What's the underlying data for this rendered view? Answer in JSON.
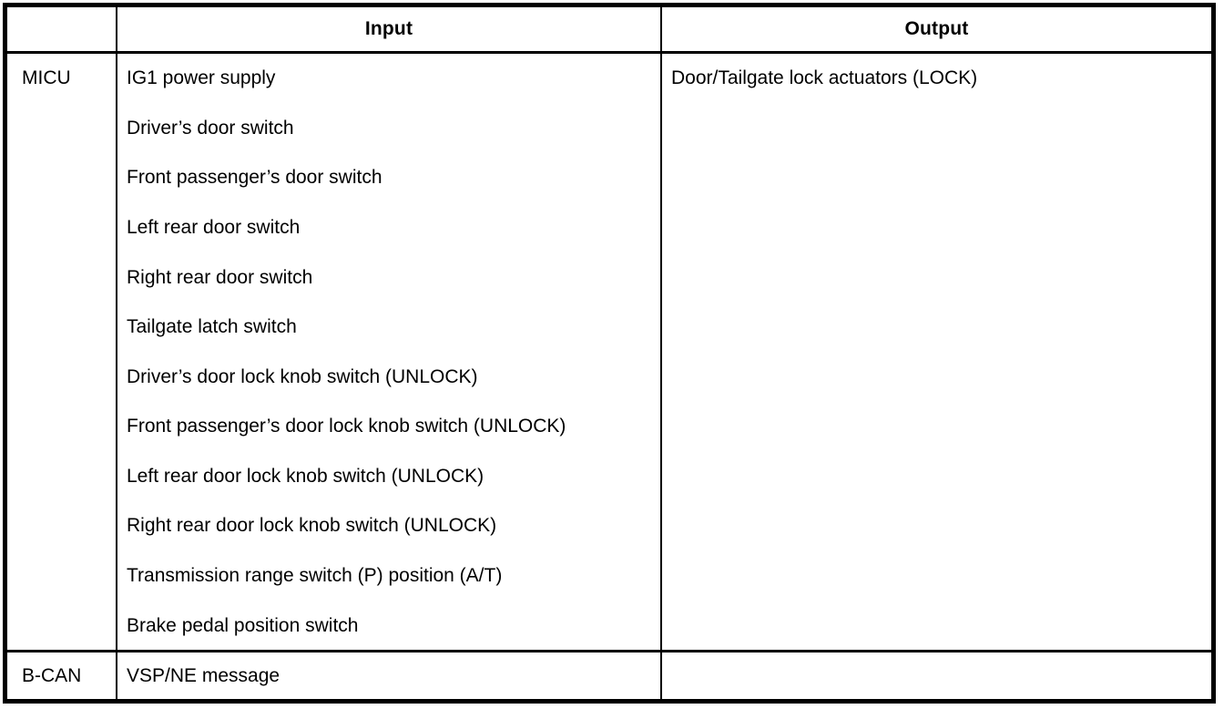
{
  "table": {
    "headers": {
      "corner": "",
      "input": "Input",
      "output": "Output"
    },
    "rows": [
      {
        "source": "MICU",
        "inputs": [
          "IG1 power supply",
          "Driver’s door switch",
          "Front passenger’s door switch",
          "Left rear door switch",
          "Right rear door switch",
          "Tailgate latch switch",
          "Driver’s door lock knob switch (UNLOCK)",
          "Front passenger’s door lock knob switch (UNLOCK)",
          "Left rear door lock knob switch (UNLOCK)",
          "Right rear door lock knob switch (UNLOCK)",
          "Transmission range switch (P) position (A/T)",
          "Brake pedal position switch"
        ],
        "outputs": [
          "Door/Tailgate lock actuators (LOCK)"
        ]
      },
      {
        "source": "B-CAN",
        "inputs": [
          "VSP/NE message"
        ],
        "outputs": []
      }
    ],
    "colors": {
      "border": "#000000",
      "text": "#000000",
      "background": "#ffffff"
    }
  }
}
